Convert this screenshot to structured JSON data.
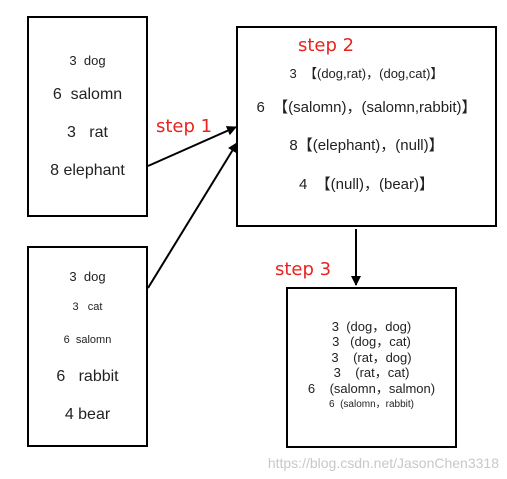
{
  "colors": {
    "step_label": "#e8231e",
    "border": "#000000",
    "text": "#222222",
    "watermark": "#c8c8c8"
  },
  "box_a": {
    "lines": [
      "3  dog",
      "6  salomn",
      "3   rat",
      "8 elephant"
    ]
  },
  "box_b": {
    "lines": [
      "3  dog",
      "3   cat",
      "6  salomn",
      "6   rabbit",
      "4 bear"
    ]
  },
  "box_step2": {
    "lines": [
      "3  【(dog,rat)，(dog,cat)】",
      "6  【(salomn)，(salomn,rabbit)】",
      "8【(elephant)，(null)】",
      "4  【(null)，(bear)】"
    ]
  },
  "box_step3": {
    "lines": [
      "3  (dog，dog)",
      "3   (dog，cat)",
      "3    (rat，dog)",
      "3    (rat，cat)",
      "6    (salomn，salmon)",
      "6  (salomn，rabbit)"
    ]
  },
  "labels": {
    "step1": "step  1",
    "step2": "step 2",
    "step3": "step 3"
  },
  "watermark": "https://blog.csdn.net/JasonChen3318"
}
